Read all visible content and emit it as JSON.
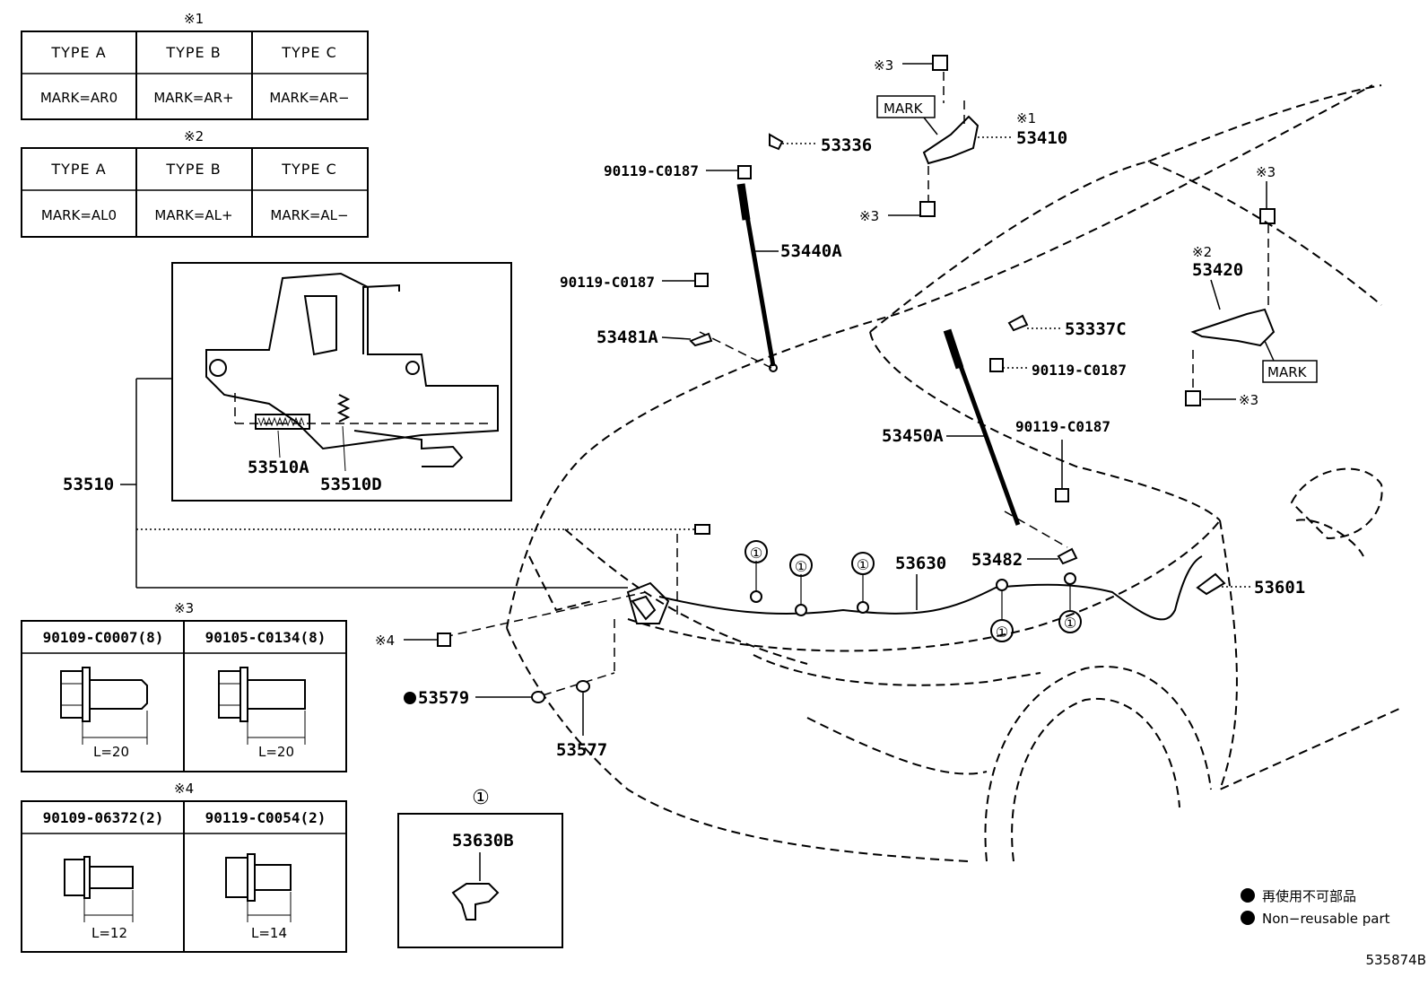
{
  "notes": {
    "n1": "※1",
    "n2": "※2",
    "n3": "※3",
    "n4": "※4",
    "circled_one": "①"
  },
  "table1": {
    "headers": [
      "TYPE  A",
      "TYPE  B",
      "TYPE  C"
    ],
    "marks": [
      "MARK=AR0",
      "MARK=AR+",
      "MARK=AR−"
    ]
  },
  "table2": {
    "headers": [
      "TYPE  A",
      "TYPE  B",
      "TYPE  C"
    ],
    "marks": [
      "MARK=AL0",
      "MARK=AL+",
      "MARK=AL−"
    ]
  },
  "table3": {
    "headers": [
      "90109-C0007(8)",
      "90105-C0134(8)"
    ],
    "lengths": [
      "L=20",
      "L=20"
    ]
  },
  "table4": {
    "headers": [
      "90109-06372(2)",
      "90119-C0054(2)"
    ],
    "lengths": [
      "L=12",
      "L=14"
    ]
  },
  "parts": {
    "p53336": "53336",
    "p90119a": "90119-C0187",
    "p90119b": "90119-C0187",
    "p90119c": "90119-C0187",
    "p90119d": "90119-C0187",
    "p53440A": "53440A",
    "p53481A": "53481A",
    "p53410": "53410",
    "p53420": "53420",
    "p53337C": "53337C",
    "p53450A": "53450A",
    "p53482": "53482",
    "p53630": "53630",
    "p53601": "53601",
    "p53510": "53510",
    "p53510A": "53510A",
    "p53510D": "53510D",
    "p53579": "53579",
    "p53577": "53577",
    "p53630B": "53630B",
    "mark": "MARK"
  },
  "legend": {
    "jp": "再使用不可部品",
    "en": "Non−reusable part"
  },
  "figure_id": "535874B"
}
